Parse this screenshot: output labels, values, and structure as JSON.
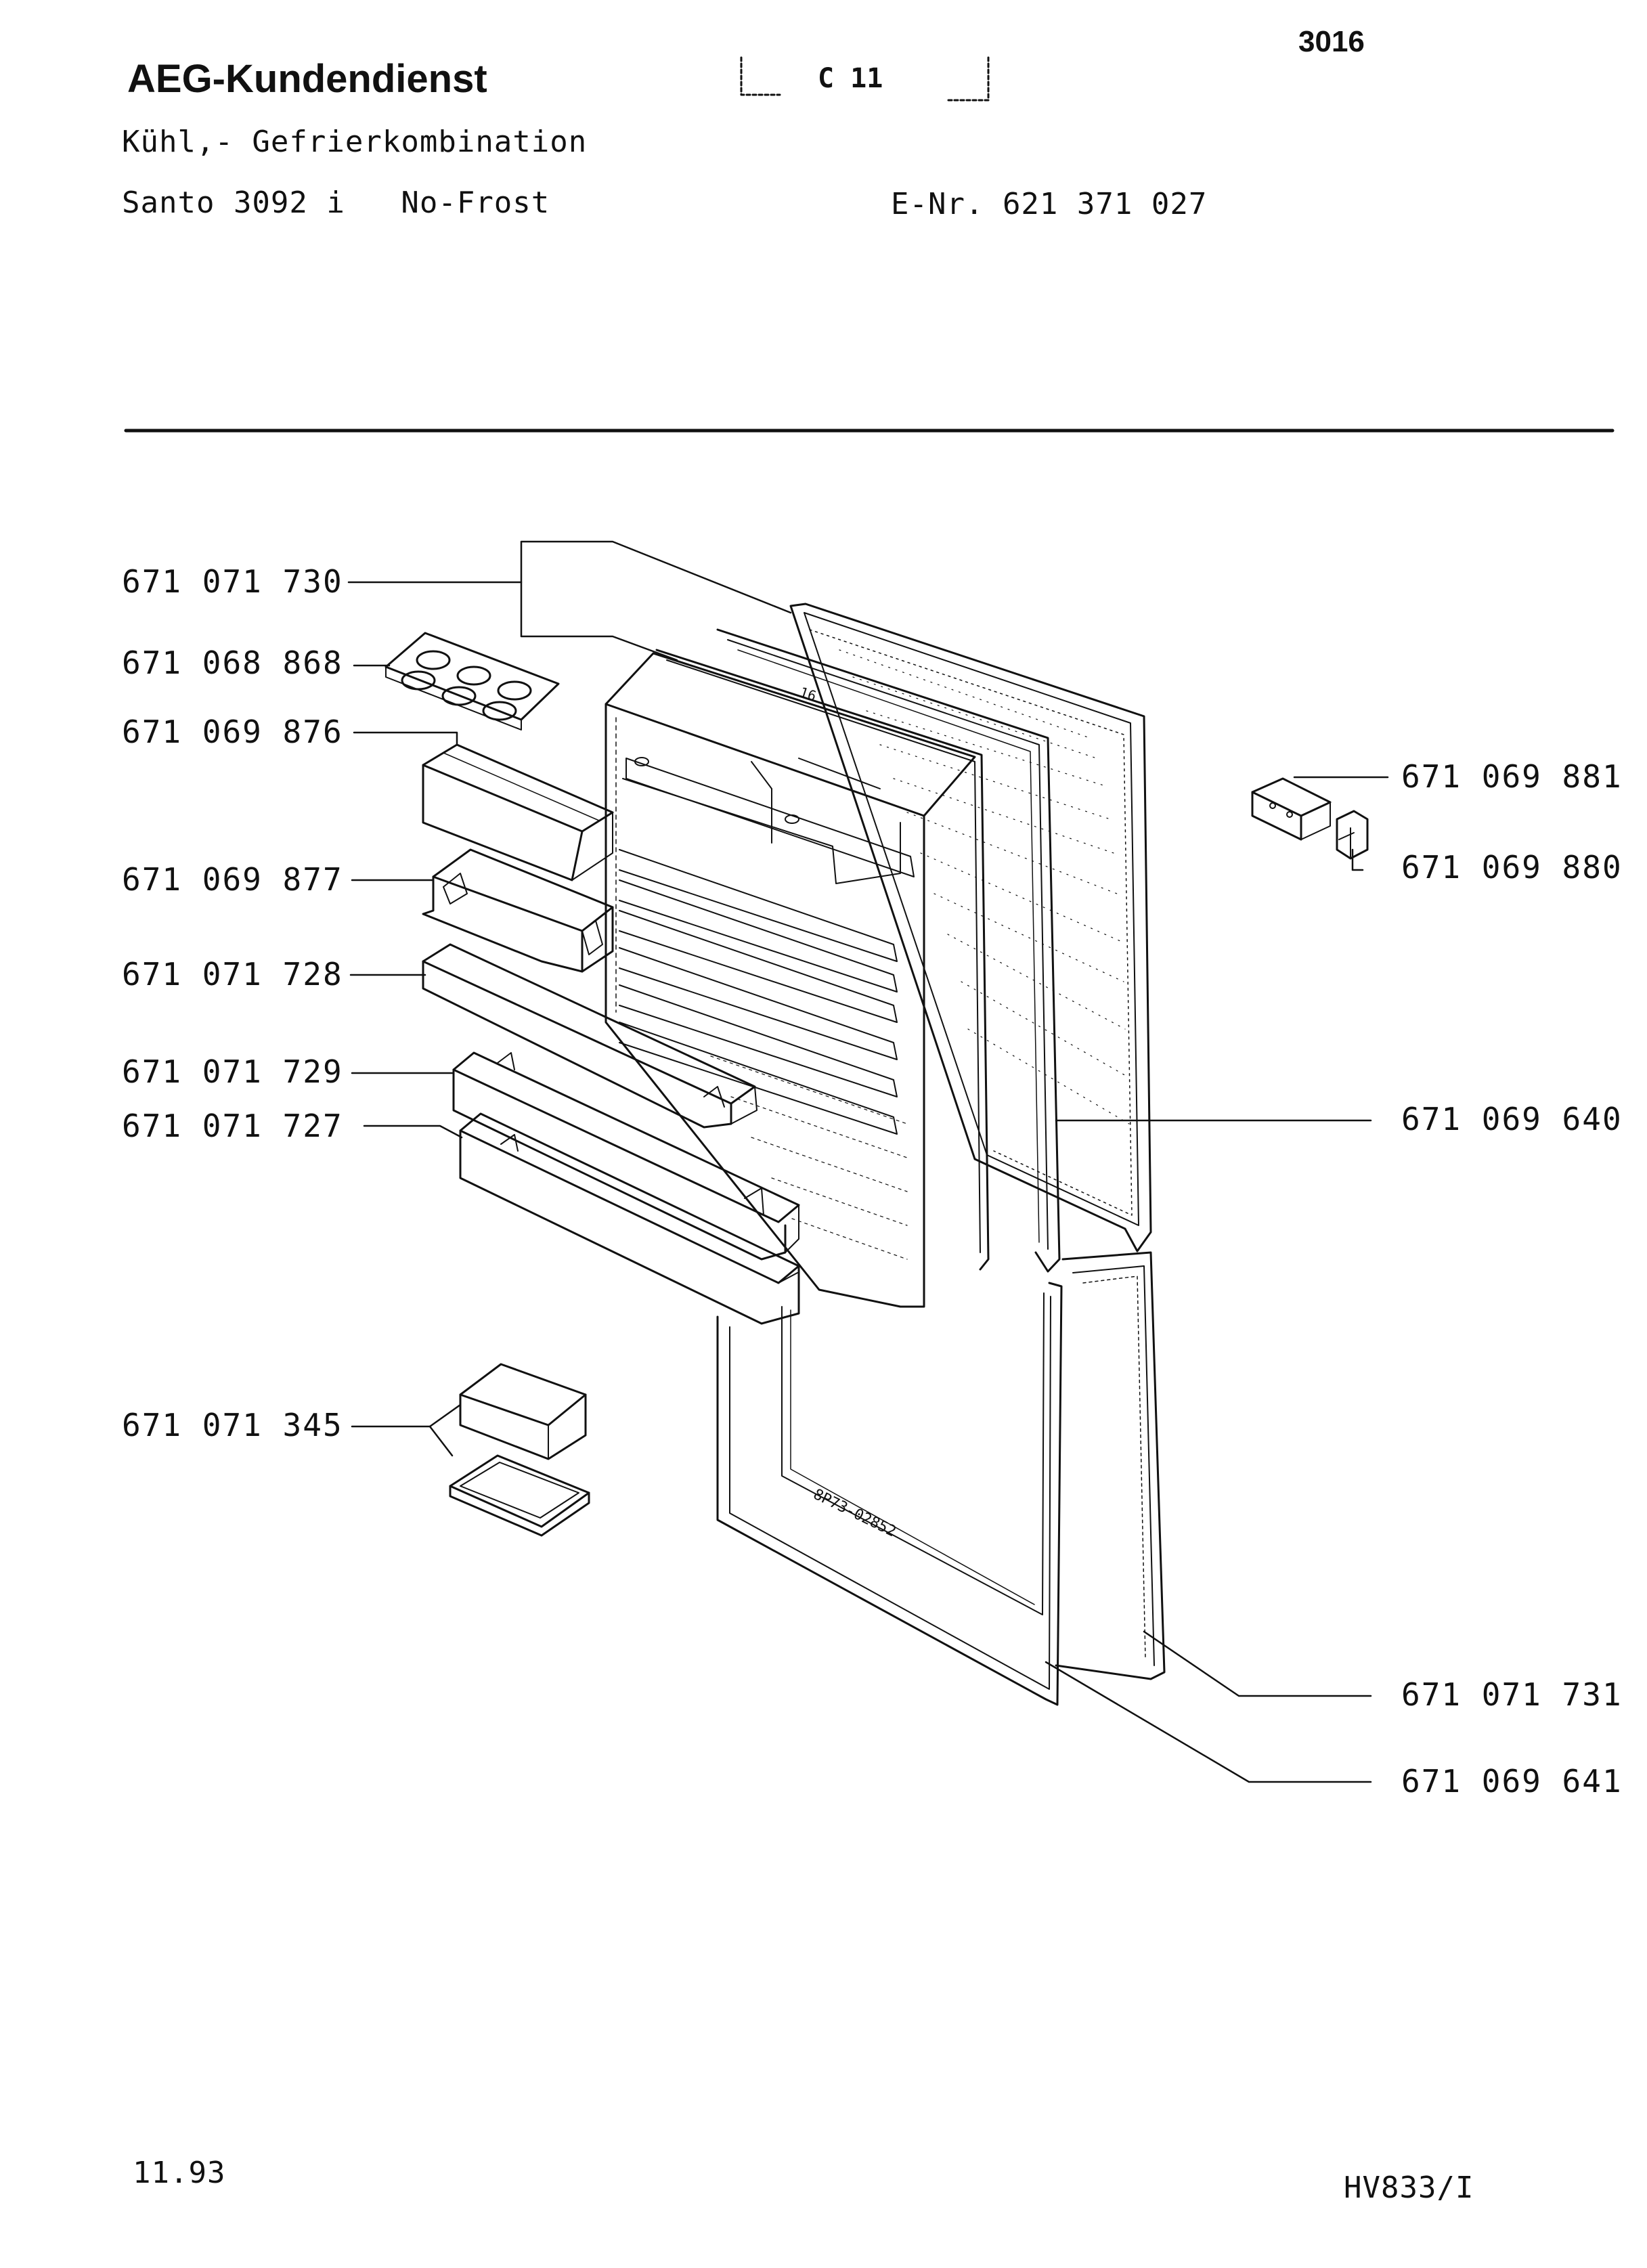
{
  "header": {
    "brand": "AEG-Kundendienst",
    "sheet_number": "3016",
    "section_code": "C 11",
    "appliance_type": "Kühl,- Gefrierkombination",
    "model": "Santo 3092 i   No-Frost",
    "e_number": "E-Nr. 621 371 027"
  },
  "parts": {
    "left": [
      "671 071 730",
      "671 068 868",
      "671 069 876",
      "671 069 877",
      "671 071 728",
      "671 071 729",
      "671 071 727",
      "671 071 345"
    ],
    "right": [
      "671 069 881",
      "671 069 880",
      "671 069 640",
      "671 071 731",
      "671 069 641"
    ]
  },
  "drawing_marks": {
    "serial_mark": "8P73-02852",
    "stamp": "16"
  },
  "footer": {
    "date": "11.93",
    "doc_code": "HV833/I"
  }
}
